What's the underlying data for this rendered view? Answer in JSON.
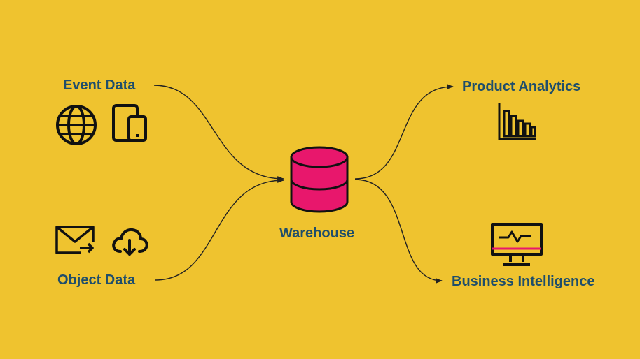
{
  "diagram": {
    "background_color": "#EFC32F",
    "text_color": "#1F4E6B",
    "accent_color": "#E8176C",
    "sources": [
      {
        "label": "Event Data",
        "icons": [
          "globe-icon",
          "tablet-icon"
        ]
      },
      {
        "label": "Object Data",
        "icons": [
          "mail-forward-icon",
          "cloud-download-icon"
        ]
      }
    ],
    "hub": {
      "label": "Warehouse",
      "icon": "database-icon"
    },
    "destinations": [
      {
        "label": "Product Analytics",
        "icon": "bar-chart-icon"
      },
      {
        "label": "Business Intelligence",
        "icon": "monitor-pulse-icon"
      }
    ]
  }
}
